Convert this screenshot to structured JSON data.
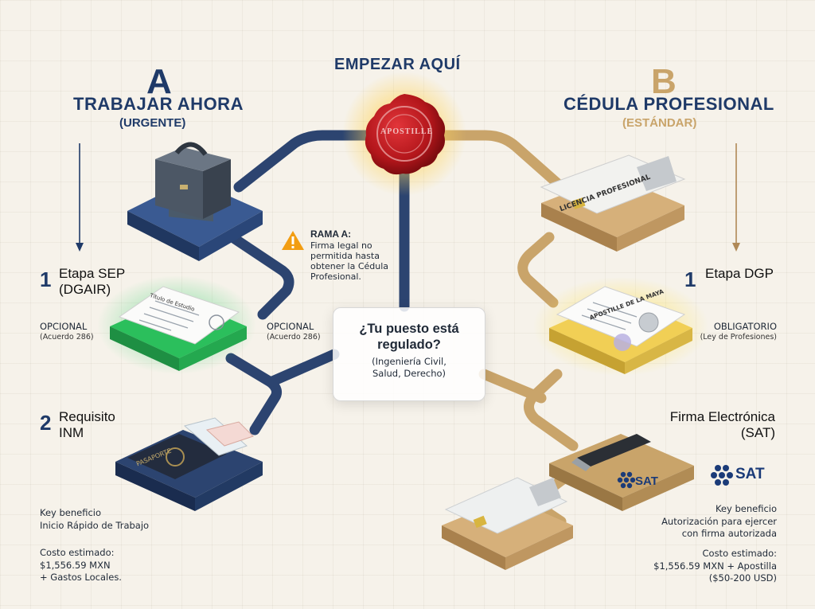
{
  "header": {
    "start": "EMPEZAR AQUÍ",
    "branch_a": {
      "letter": "A",
      "title": "TRABAJAR AHORA",
      "subtitle": "(URGENTE)"
    },
    "branch_b": {
      "letter": "B",
      "title": "CÉDULA PROFESIONAL",
      "subtitle": "(ESTÁNDAR)"
    }
  },
  "seal": {
    "text": "APOSTILLE"
  },
  "center": {
    "question": "¿Tu puesto está\nregulado?",
    "examples": "(Ingeniería Civil,\nSalud, Derecho)"
  },
  "warning": {
    "title": "RAMA A:",
    "text": "Firma legal no\npermitida hasta\nobtener la Cédula\nProfesional."
  },
  "left": {
    "stage1": {
      "num": "1",
      "title": "Etapa SEP\n(DGAIR)"
    },
    "optional_left": {
      "label": "OPCIONAL",
      "note": "(Acuerdo 286)"
    },
    "optional_right": {
      "label": "OPCIONAL",
      "note": "(Acuerdo 286)"
    },
    "stage2": {
      "num": "2",
      "title": "Requisito\nINM"
    },
    "benefit": {
      "label": "Key beneficio",
      "text": "Inicio Rápido de Trabajo"
    },
    "cost": {
      "label": "Costo estimado:",
      "text": "$1,556.59 MXN\n+ Gastos Locales."
    }
  },
  "right": {
    "stage1": {
      "num": "1",
      "title": "Etapa DGP"
    },
    "mandatory": {
      "label": "OBLIGATORIO",
      "note": "(Ley de Profesiones)"
    },
    "stage2": {
      "title": "Firma Electrónica\n(SAT)"
    },
    "benefit": {
      "label": "Key beneficio",
      "text": "Autorización para ejercer\ncon firma autorizada"
    },
    "cost": {
      "label": "Costo estimado:",
      "text": "$1,556.59 MXN + Apostilla\n($50-200 USD)"
    },
    "sat_logo": "SAT"
  },
  "illustrations": {
    "license_card": "LICENCIA PROFESIONAL",
    "certificate_left": "Título de Estudio",
    "certificate_right": "APOSTILLE DE LA MAYA",
    "passport": "PASAPORTE",
    "usb_sat": "SAT"
  },
  "colors": {
    "navy": "#1f3a68",
    "gold": "#c9a46a",
    "seal_red": "#b3161b",
    "green_glow": "#2fd06a",
    "yellow_glow": "#ffd84a",
    "warning": "#f29d12"
  }
}
